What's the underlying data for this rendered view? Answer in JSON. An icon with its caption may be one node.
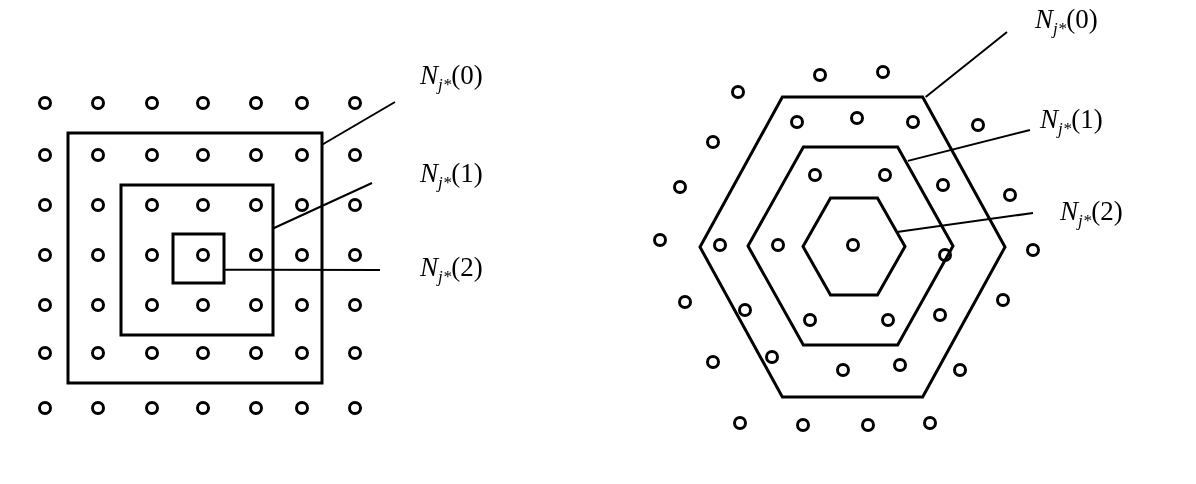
{
  "diagram": {
    "nodes": [
      {
        "text": [],
        "shape": "box"
      },
      {
        "text": [],
        "shape": "box",
        "in": 0
      },
      {
        "text": [],
        "shape": "box",
        "in": 1
      },
      {
        "text": [
          "*N*$_{j*}$(0)"
        ]
      },
      {
        "text": [
          "*N*$_{j*}$(1)"
        ]
      },
      {
        "text": [
          "*N*$_{j*}$(2)"
        ]
      },
      {
        "text": [],
        "shape": "hexagon"
      },
      {
        "text": [],
        "shape": "hexagon",
        "in": 6
      },
      {
        "text": [],
        "shape": "hexagon",
        "in": 7
      },
      {
        "text": [
          "*N*$_{j*}$(0)"
        ]
      },
      {
        "text": [
          "*N*$_{j*}$(1)"
        ]
      },
      {
        "text": [
          "*N*$_{j*}$(2)"
        ]
      }
    ],
    "edges": [
      {
        "from": 3,
        "to": 0,
        "arrow": "none"
      },
      {
        "from": 4,
        "to": 1,
        "arrow": "none"
      },
      {
        "from": 5,
        "to": 2,
        "arrow": "none"
      },
      {
        "from": 9,
        "to": 6,
        "arrow": "none"
      },
      {
        "from": 10,
        "to": 7,
        "arrow": "none"
      },
      {
        "from": 11,
        "to": 8,
        "arrow": "none"
      }
    ]
  }
}
